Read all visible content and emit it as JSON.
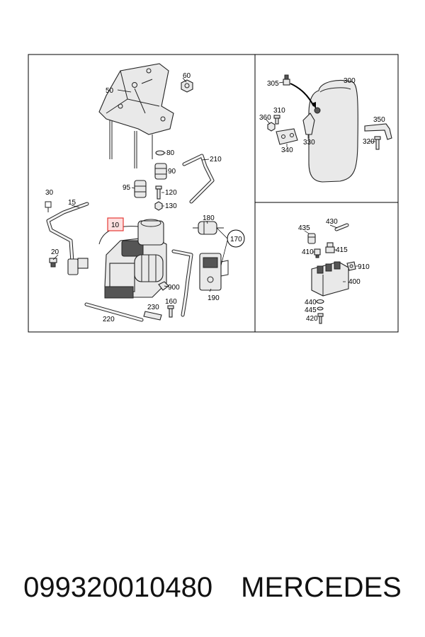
{
  "labels": {
    "p10": "10",
    "p15": "15",
    "p20": "20",
    "p30": "30",
    "p50": "50",
    "p60": "60",
    "p80": "80",
    "p90": "90",
    "p95": "95",
    "p120": "120",
    "p130": "130",
    "p160": "160",
    "p170": "170",
    "p180": "180",
    "p190": "190",
    "p210": "210",
    "p220": "220",
    "p230": "230",
    "p300": "300",
    "p305": "305",
    "p310": "310",
    "p320": "320",
    "p330": "330",
    "p340": "340",
    "p350": "350",
    "p360": "360",
    "p400": "400",
    "p410": "410",
    "p415": "415",
    "p420": "420",
    "p430": "430",
    "p435": "435",
    "p440": "440",
    "p445": "445",
    "p900": "900",
    "p910": "910"
  },
  "caption": {
    "part_number": "099320010480",
    "brand": "MERCEDES"
  },
  "colors": {
    "highlight_box": "#e53935",
    "highlight_fill": "#fde0e0"
  }
}
